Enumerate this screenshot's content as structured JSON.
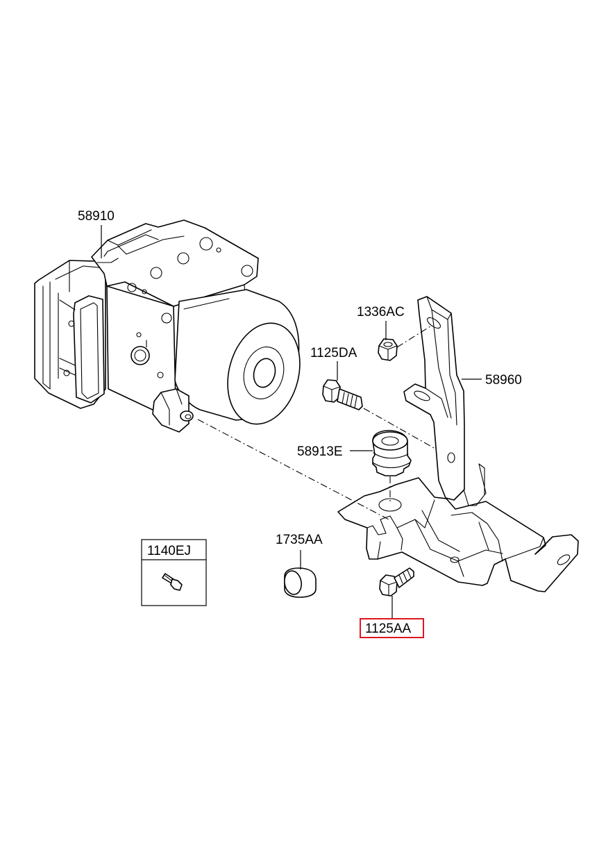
{
  "labels": {
    "hcu": "58910",
    "nut": "1336AC",
    "bolt_upper": "1125DA",
    "bracket": "58960",
    "grommet": "58913E",
    "bushing": "1735AA",
    "screw_box": "1140EJ",
    "bolt_lower": "1125AA"
  },
  "highlight": {
    "label": "bolt_lower",
    "color": "#e0141e"
  },
  "icons": {
    "hcu": "abs-hydraulic-unit-icon",
    "bracket": "mounting-bracket-icon",
    "bolts": "hex-bolt-icon",
    "nut": "hex-nut-icon",
    "grommet": "rubber-grommet-icon",
    "bushing": "bushing-icon",
    "screw": "screw-icon"
  }
}
